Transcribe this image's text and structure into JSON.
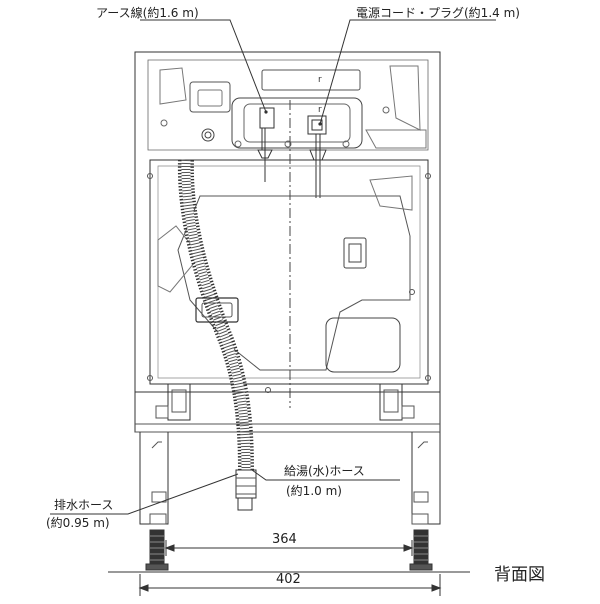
{
  "callouts": {
    "earth_wire": "アース線(約1.6 m)",
    "power_cord": "電源コード・プラグ(約1.4 m)",
    "hot_water_hose": "給湯(水)ホース",
    "hot_water_hose_len": "(約1.0 m)",
    "drain_hose": "排水ホース",
    "drain_hose_len": "(約0.95 m)"
  },
  "dimensions": {
    "inner_width": "364",
    "outer_width": "402"
  },
  "view_title": "背面図"
}
